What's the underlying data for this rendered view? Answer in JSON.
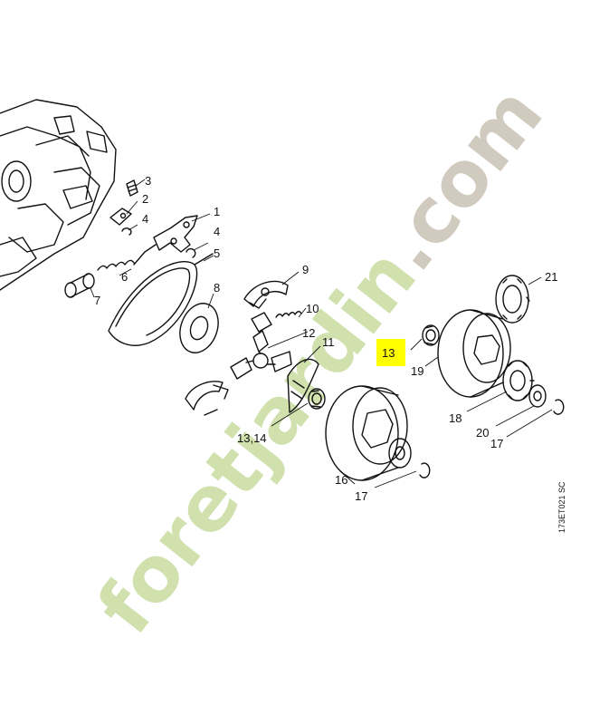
{
  "watermark": {
    "text": "foretjardin.com",
    "color_green": "#c8dca0",
    "color_grey": "#c9c1b4"
  },
  "reference_code": "173ET021 SC",
  "highlight": {
    "label": "13",
    "color": "#ffff00"
  },
  "callouts": [
    {
      "id": "c1",
      "label": "1"
    },
    {
      "id": "c2",
      "label": "2"
    },
    {
      "id": "c3",
      "label": "3"
    },
    {
      "id": "c4a",
      "label": "4"
    },
    {
      "id": "c4b",
      "label": "4"
    },
    {
      "id": "c5",
      "label": "5"
    },
    {
      "id": "c6",
      "label": "6"
    },
    {
      "id": "c7",
      "label": "7"
    },
    {
      "id": "c8",
      "label": "8"
    },
    {
      "id": "c9",
      "label": "9"
    },
    {
      "id": "c10",
      "label": "10"
    },
    {
      "id": "c11",
      "label": "11"
    },
    {
      "id": "c12",
      "label": "12"
    },
    {
      "id": "c1314",
      "label": "13,14"
    },
    {
      "id": "c16",
      "label": "16"
    },
    {
      "id": "c17a",
      "label": "17"
    },
    {
      "id": "c17b",
      "label": "17"
    },
    {
      "id": "c18",
      "label": "18"
    },
    {
      "id": "c19",
      "label": "19"
    },
    {
      "id": "c20",
      "label": "20"
    },
    {
      "id": "c21",
      "label": "21"
    }
  ]
}
